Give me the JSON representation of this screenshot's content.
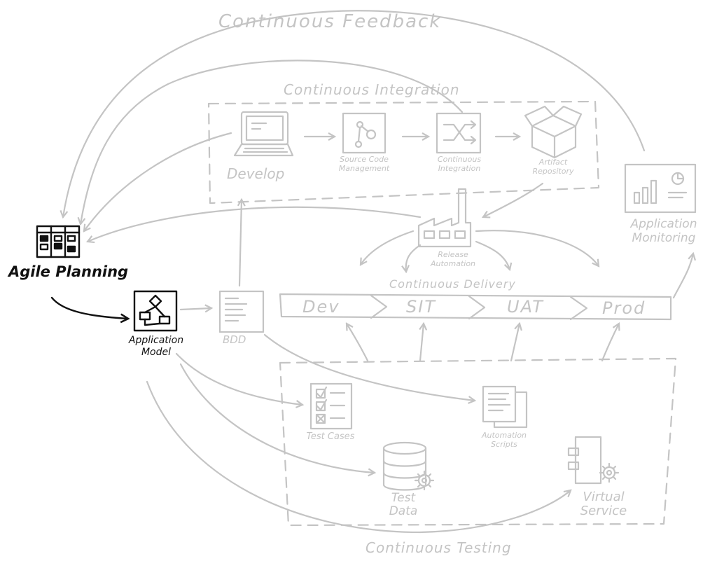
{
  "titles": {
    "continuous_feedback": "Continuous Feedback",
    "continuous_integration": "Continuous Integration",
    "continuous_delivery": "Continuous Delivery",
    "continuous_testing": "Continuous Testing"
  },
  "nodes": {
    "agile_planning": "Agile Planning",
    "application_model": "Application Model",
    "bdd": "BDD",
    "develop": "Develop",
    "source_code_management": "Source Code Management",
    "continuous_integration_step": "Continuous Integration",
    "artifact_repository": "Artifact Repository",
    "release_automation": "Release Automation",
    "application_monitoring": "Application Monitoring",
    "test_cases": "Test Cases",
    "automation_scripts": "Automation Scripts",
    "test_data": "Test Data",
    "virtual_service": "Virtual Service"
  },
  "stages": [
    "Dev",
    "SIT",
    "UAT",
    "Prod"
  ],
  "colors": {
    "faded": "#c4c4c4",
    "highlight": "#111111",
    "background": "#ffffff"
  }
}
